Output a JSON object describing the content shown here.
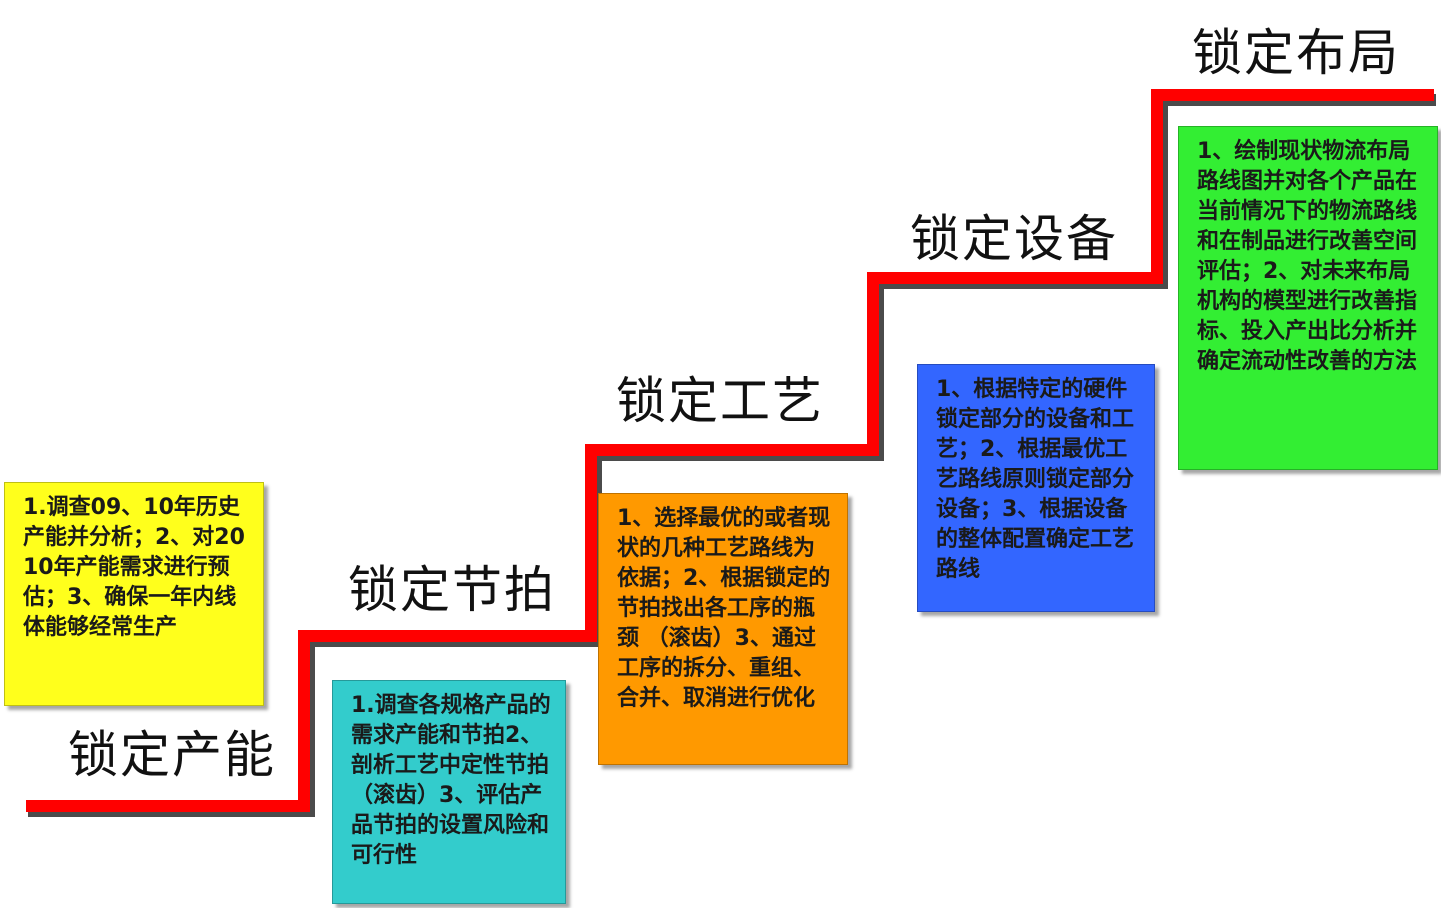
{
  "colors": {
    "stair": "#ff0000",
    "stair_shadow": "#2b2b2b",
    "box1": "#ffff1c",
    "box2": "#33cccc",
    "box3": "#ff9900",
    "box4": "#3366ff",
    "box5": "#33ee33"
  },
  "steps": [
    {
      "title": "锁定产能",
      "text": "1.调查09、10年历史产能并分析；2、对2010年产能需求进行预估；3、确保一年内线体能够经常生产"
    },
    {
      "title": "锁定节拍",
      "text": "1.调查各规格产品的需求产能和节拍2、剖析工艺中定性节拍（滚齿）3、评估产品节拍的设置风险和可行性"
    },
    {
      "title": "锁定工艺",
      "text": "1、选择最优的或者现状的几种工艺路线为依据；2、根据锁定的节拍找出各工序的瓶颈 （滚齿）3、通过工序的拆分、重组、合并、取消进行优化"
    },
    {
      "title": "锁定设备",
      "text": "1、根据特定的硬件锁定部分的设备和工艺；2、根据最优工艺路线原则锁定部分设备；3、根据设备的整体配置确定工艺路线"
    },
    {
      "title": "锁定布局",
      "text": "1、绘制现状物流布局路线图并对各个产品在当前情况下的物流路线和在制品进行改善空间评估；2、对未来布局机构的模型进行改善指标、投入产出比分析并确定流动性改善的方法"
    }
  ]
}
